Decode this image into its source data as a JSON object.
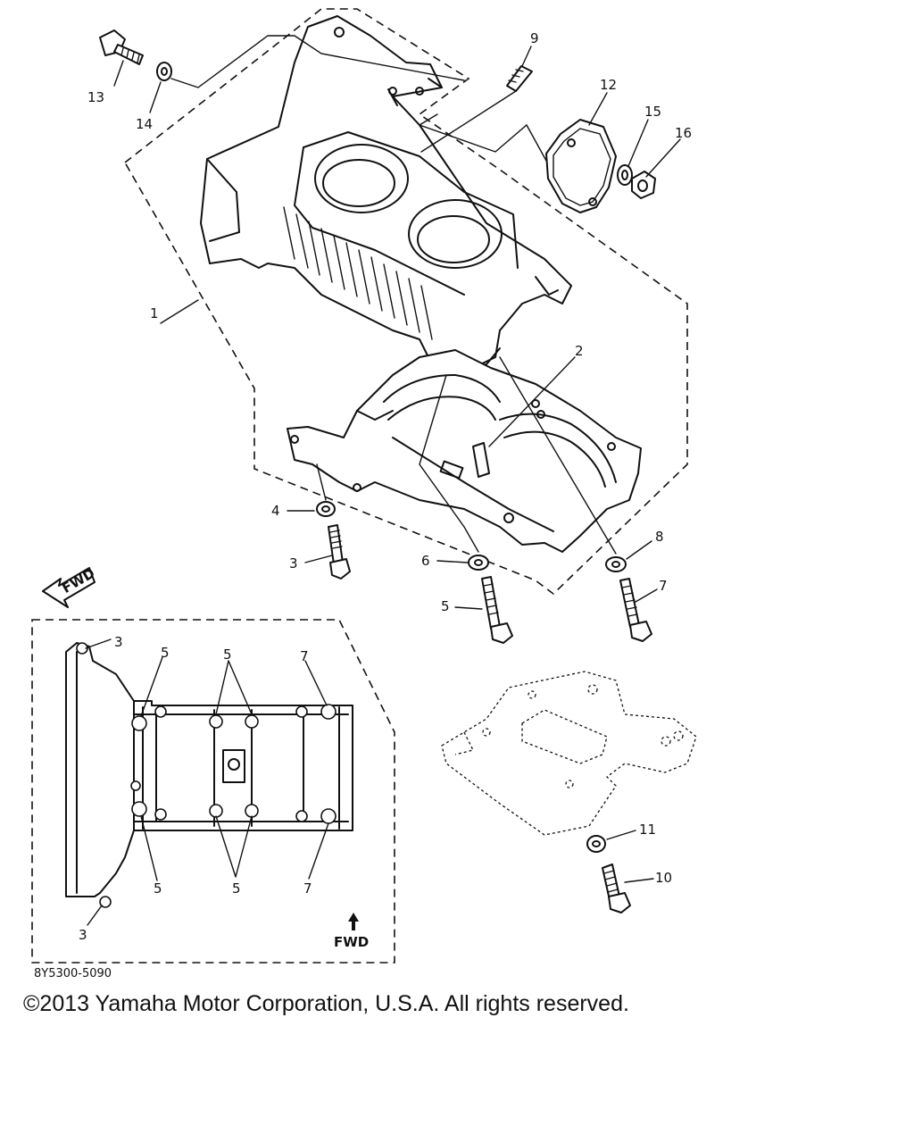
{
  "callouts": {
    "c1": "1",
    "c2": "2",
    "c3a": "3",
    "c4": "4",
    "c5a": "5",
    "c6": "6",
    "c7a": "7",
    "c8": "8",
    "c9": "9",
    "c10": "10",
    "c11": "11",
    "c12": "12",
    "c13": "13",
    "c14": "14",
    "c15": "15",
    "c16": "16"
  },
  "inset_callouts": {
    "c3_top": "3",
    "c3_bottom": "3",
    "c5_top_left": "5",
    "c5_top_mid": "5",
    "c5_bottom_left": "5",
    "c5_bottom_mid": "5",
    "c7_top": "7",
    "c7_bottom": "7"
  },
  "fwd_main": "FWD",
  "fwd_inset": "FWD",
  "figure_code": "8Y5300-5090",
  "copyright": "©2013 Yamaha Motor Corporation, U.S.A. All rights reserved."
}
